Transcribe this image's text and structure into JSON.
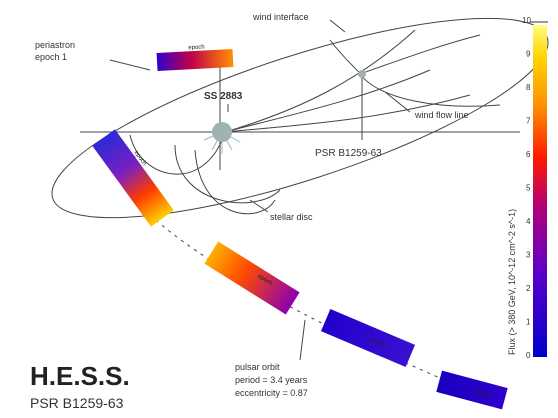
{
  "labels": {
    "wind_interface": "wind interface",
    "periastron": [
      "periastron",
      "epoch 1"
    ],
    "star": "SS 2883",
    "wind_flow_line": "wind flow line",
    "pulsar": "PSR B1259-63",
    "stellar_disc": "stellar disc",
    "pulsar_orbit": [
      "pulsar orbit",
      "period = 3.4 years",
      "eccentricity = 0.87"
    ]
  },
  "title": {
    "main": "H.E.S.S.",
    "sub": "PSR B1259-63"
  },
  "colorbar": {
    "label": "Flux (> 380 GeV, 10^-12 cm^-2 s^-1)",
    "ticks": [
      "10",
      "9",
      "8",
      "7",
      "6",
      "5",
      "4",
      "3",
      "2",
      "1",
      "0"
    ],
    "colors": [
      "#ffff66",
      "#ffd400",
      "#ff8c00",
      "#ff3300",
      "#d0004a",
      "#7f00aa",
      "#3a00d0",
      "#0000cc"
    ]
  },
  "segments": [
    {
      "name": "epoch-1",
      "label": "epoch",
      "level": 0.55
    },
    {
      "name": "epoch-2",
      "label": "epoch",
      "level": 0.75
    },
    {
      "name": "epoch-3",
      "label": "epoch",
      "level": 0.6
    },
    {
      "name": "epoch-4",
      "label": "epoch",
      "level": 0.15
    },
    {
      "name": "epoch-5",
      "label": "epoch",
      "level": 0.12
    }
  ]
}
